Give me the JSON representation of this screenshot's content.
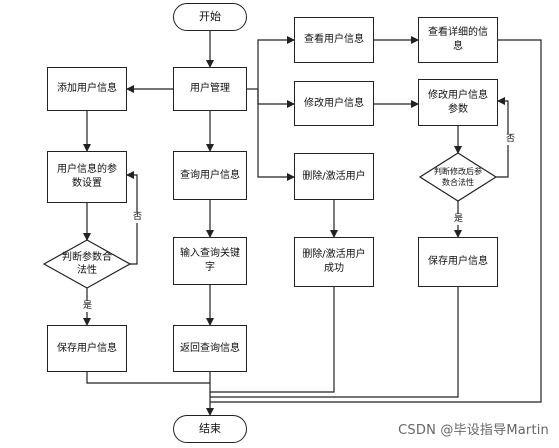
{
  "nodes": {
    "start": "开始",
    "end": "结束",
    "user_mgmt": "用户管理",
    "add_user": "添加用户信息",
    "user_params": "用户信息的参\n数设置",
    "check_valid": "判断参数合\n法性",
    "save_left": "保存用户信息",
    "query_user": "查询用户信息",
    "input_keyword": "输入查询关键\n字",
    "return_query": "返回查询信息",
    "view_user": "查看用户信息",
    "view_detail": "查看详细的信\n息",
    "modify_user": "修改用户信息",
    "modify_params": "修改用户信息\n参数",
    "check_modified": "判断修改后参\n数合法性",
    "save_right": "保存用户信息",
    "delete_user": "删除/激活用户",
    "delete_success": "删除/激活用户\n成功"
  },
  "labels": {
    "no_left": "否",
    "yes_left": "是",
    "no_right": "否",
    "yes_right": "是"
  },
  "watermark": "CSDN @毕设指导Martin",
  "colors": {
    "line": "#222222",
    "fill": "#ffffff"
  }
}
